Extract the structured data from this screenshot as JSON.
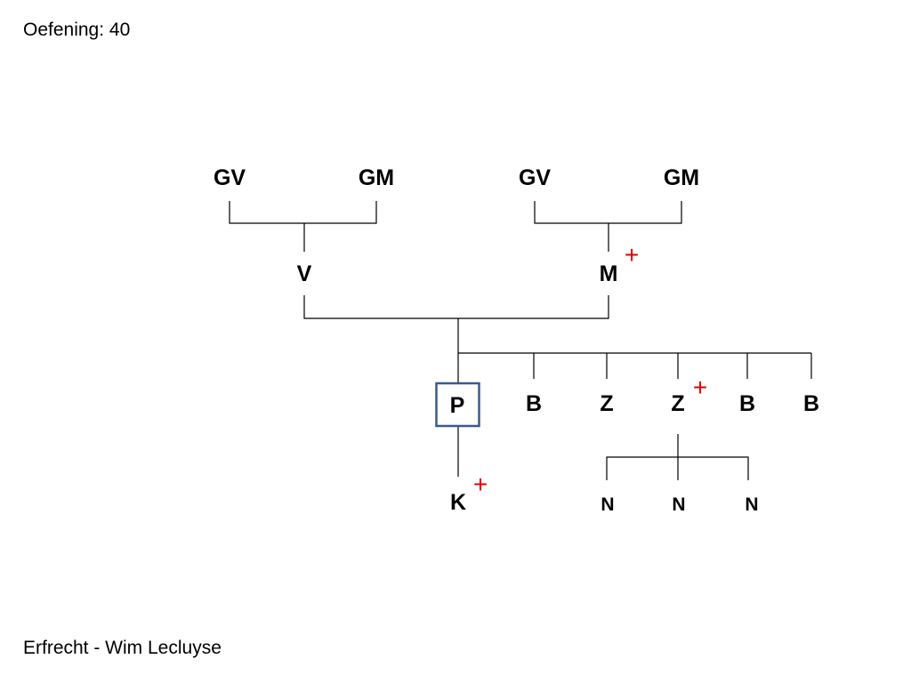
{
  "title": "Oefening: 40",
  "footer": "Erfrecht - Wim Lecluyse",
  "colors": {
    "deceased_marker": "#e00000",
    "self_box": "#3a5a8c",
    "lines": "#000000"
  },
  "deceased_marker": "+",
  "nodes": {
    "gv_father_side": "GV",
    "gm_father_side": "GM",
    "gv_mother_side": "GV",
    "gm_mother_side": "GM",
    "father": "V",
    "mother": "M",
    "self": "P",
    "sibling_1": "B",
    "sibling_2": "Z",
    "sibling_3": "Z",
    "sibling_4": "B",
    "sibling_5": "B",
    "child": "K",
    "niece_nephew_1": "N",
    "niece_nephew_2": "N",
    "niece_nephew_3": "N"
  },
  "deceased": [
    "mother",
    "sibling_3",
    "child"
  ]
}
